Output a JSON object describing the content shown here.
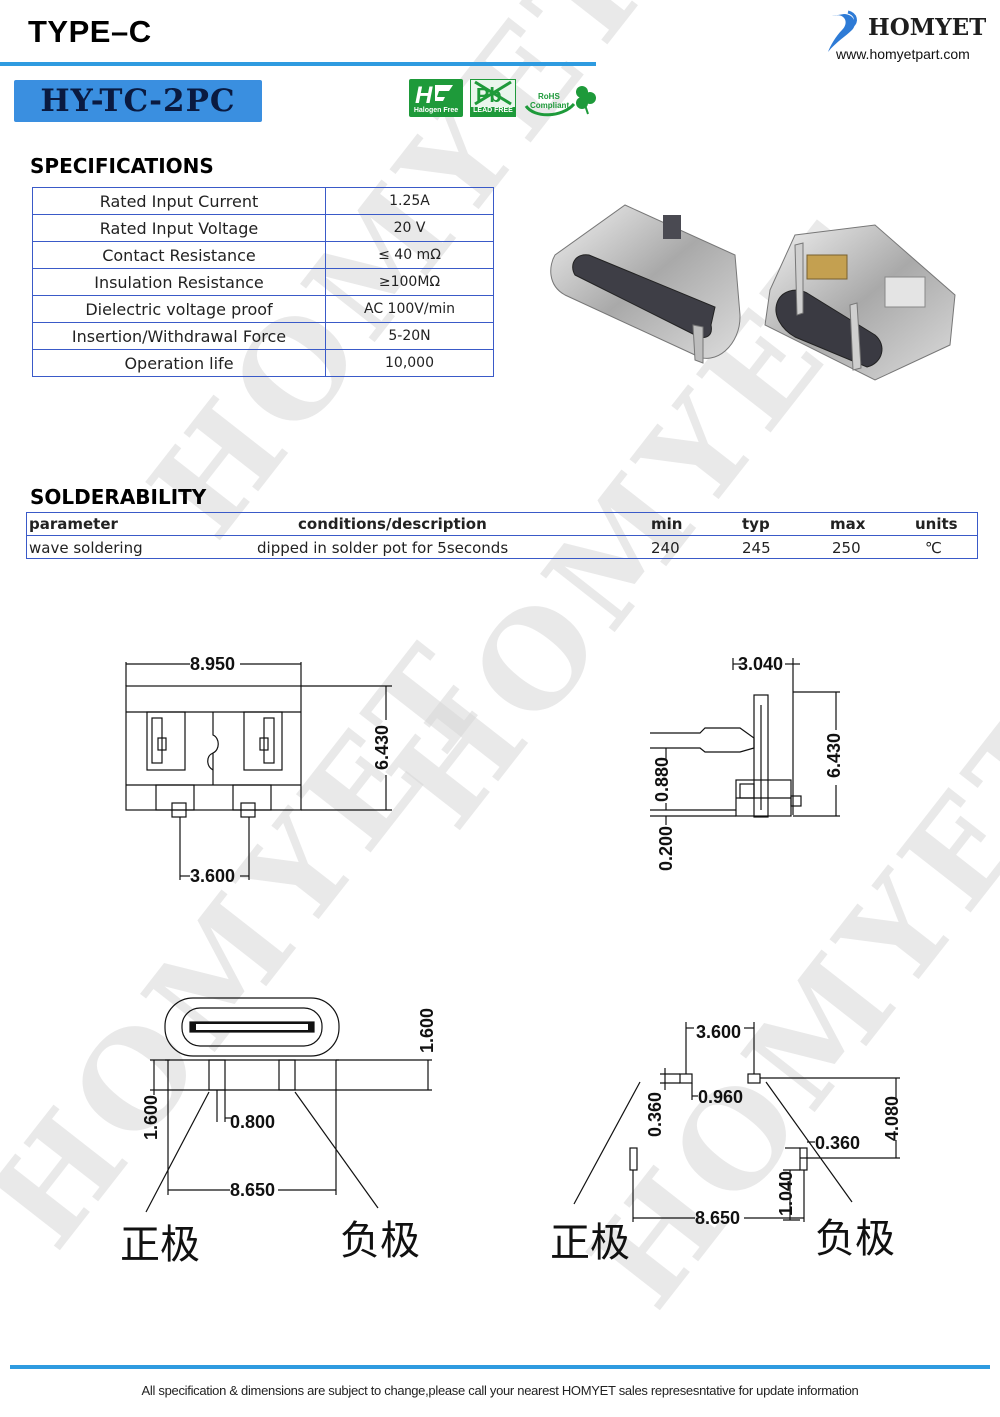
{
  "header": {
    "title": "TYPE–C",
    "model": "HY-TC-2PC",
    "brand": "HOMYET",
    "website": "www.homyetpart.com",
    "watermark": "HOMYET"
  },
  "badges": {
    "halogen": "Halogen Free",
    "lead": "LEAD FREE",
    "rohs_line1": "RoHS",
    "rohs_line2": "Compliant"
  },
  "specifications": {
    "title": "SPECIFICATIONS",
    "rows": [
      {
        "label": "Rated Input Current",
        "value": "1.25A"
      },
      {
        "label": "Rated Input Voltage",
        "value": "20 V"
      },
      {
        "label": "Contact Resistance",
        "value": "≤ 40 mΩ"
      },
      {
        "label": "Insulation Resistance",
        "value": "≥100MΩ"
      },
      {
        "label": "Dielectric voltage proof",
        "value": "AC 100V/min"
      },
      {
        "label": "Insertion/Withdrawal Force",
        "value": "5-20N"
      },
      {
        "label": "Operation life",
        "value": "10,000"
      }
    ]
  },
  "solderability": {
    "title": "SOLDERABILITY",
    "headers": {
      "parameter": "parameter",
      "conditions": "conditions/description",
      "min": "min",
      "typ": "typ",
      "max": "max",
      "units": "units"
    },
    "row": {
      "parameter": "wave soldering",
      "conditions": "dipped in solder pot for 5seconds",
      "min": "240",
      "typ": "245",
      "max": "250",
      "units": "℃"
    }
  },
  "drawings": {
    "top_width": "8.950",
    "top_height": "6.430",
    "top_pitch": "3.600",
    "side_depth": "3.040",
    "side_height": "6.430",
    "side_dim_a": "0.880",
    "side_dim_b": "0.200",
    "front_leg_h": "1.600",
    "front_side_h": "1.600",
    "front_leg_w": "0.800",
    "front_span": "8.650",
    "pcb_pitch": "3.600",
    "pcb_pad_h": "0.360",
    "pcb_pad_w": "0.960",
    "pcb_offset": "4.080",
    "pcb_small": "0.360",
    "pcb_post": "1.040",
    "pcb_span": "8.650",
    "positive": "正极",
    "negative": "负极"
  },
  "footer": {
    "note": "All specification & dimensions are subject to change,please call your nearest HOMYET sales represesntative for update information"
  },
  "colors": {
    "accent_blue": "#2e9be0",
    "table_border": "#3a5ac8",
    "badge_green": "#1e9a3a"
  }
}
